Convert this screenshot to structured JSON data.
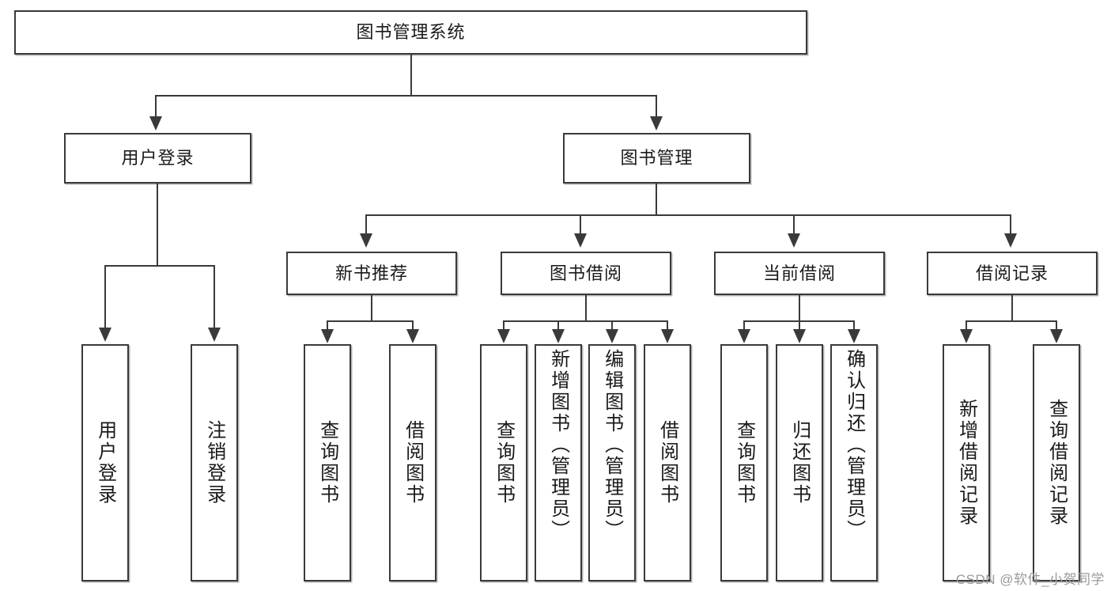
{
  "diagram": {
    "title": "图书管理系统",
    "type": "tree",
    "root": {
      "label": "图书管理系统"
    },
    "level2": [
      {
        "label": "用户登录"
      },
      {
        "label": "图书管理"
      }
    ],
    "level3": [
      {
        "label": "新书推荐"
      },
      {
        "label": "图书借阅"
      },
      {
        "label": "当前借阅"
      },
      {
        "label": "借阅记录"
      }
    ],
    "leaves": {
      "user_login": [
        {
          "label": "用户登录"
        },
        {
          "label": "注销登录"
        }
      ],
      "new_book": [
        {
          "label": "查询图书"
        },
        {
          "label": "借阅图书"
        }
      ],
      "book_borrow": [
        {
          "label": "查询图书"
        },
        {
          "label": "新增图书（管理员）"
        },
        {
          "label": "编辑图书（管理员）"
        },
        {
          "label": "借阅图书"
        }
      ],
      "current_borrow": [
        {
          "label": "查询图书"
        },
        {
          "label": "归还图书"
        },
        {
          "label": "确认归还（管理员）"
        }
      ],
      "borrow_record": [
        {
          "label": "新增借阅记录"
        },
        {
          "label": "查询借阅记录"
        }
      ]
    }
  },
  "watermark": {
    "text": "CSDN @软件_小贺同学"
  },
  "colors": {
    "stroke": "#3a3a3a",
    "fill": "#ffffff",
    "text": "#1a1a1a",
    "watermark": "#9a9a9a"
  }
}
